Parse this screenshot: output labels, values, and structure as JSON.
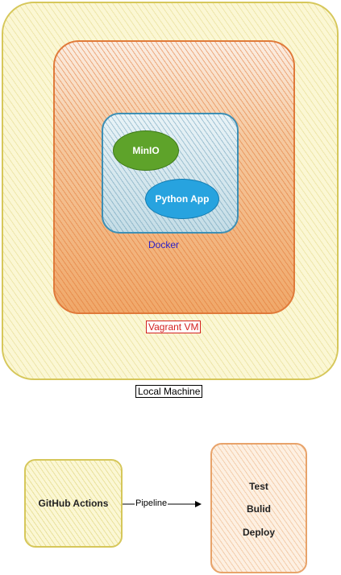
{
  "nodes": {
    "local_machine": "Local Machine",
    "vagrant_vm": "Vagrant VM",
    "docker": "Docker",
    "minio": "MinIO",
    "python_app": "Python App",
    "github_actions": "GitHub Actions",
    "steps": [
      "Test",
      "Bulid",
      "Deploy"
    ]
  },
  "edges": [
    {
      "from": "github_actions",
      "to": "steps",
      "label": "Pipeline"
    }
  ],
  "colors": {
    "local_border": "#d6c75a",
    "vagrant_border": "#e07a3a",
    "docker_border": "#3d8fb5",
    "minio_fill": "#5ea32a",
    "python_fill": "#27a3df",
    "docker_text": "#2a20c8",
    "vagrant_text": "#d32020"
  }
}
